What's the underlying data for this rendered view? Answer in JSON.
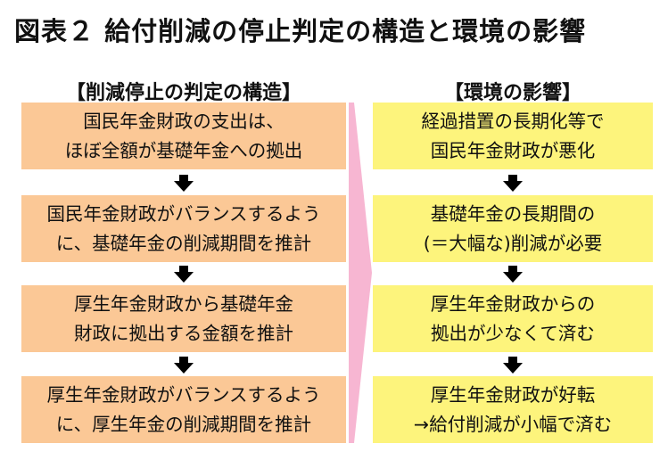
{
  "title": "図表２ 給付削減の停止判定の構造と環境の影響",
  "left": {
    "heading": "【削減停止の判定の構造】",
    "boxes": [
      {
        "line1": "国民年金財政の支出は、",
        "line2": "ほぼ全額が基礎年金への拠出"
      },
      {
        "line1": "国民年金財政がバランスするよう",
        "line2": "に、基礎年金の削減期間を推計"
      },
      {
        "line1": "厚生年金財政から基礎年金",
        "line2": "財政に拠出する金額を推計"
      },
      {
        "line1": "厚生年金財政がバランスするよう",
        "line2": "に、厚生年金の削減期間を推計"
      }
    ]
  },
  "right": {
    "heading": "【環境の影響】",
    "boxes": [
      {
        "line1": "経過措置の長期化等で",
        "line2": "国民年金財政が悪化"
      },
      {
        "line1": "基礎年金の長期間の",
        "line2": "(＝大幅な)削減が必要"
      },
      {
        "line1": "厚生年金財政からの",
        "line2": "拠出が少なくて済む"
      },
      {
        "line1": "厚生年金財政が好転",
        "line2": "→給付削減が小幅で済む"
      }
    ]
  },
  "colors": {
    "left_box": "#fbc896",
    "right_box": "#fdf47c",
    "chevron": "#f7b6d2",
    "arrow": "#000000"
  }
}
